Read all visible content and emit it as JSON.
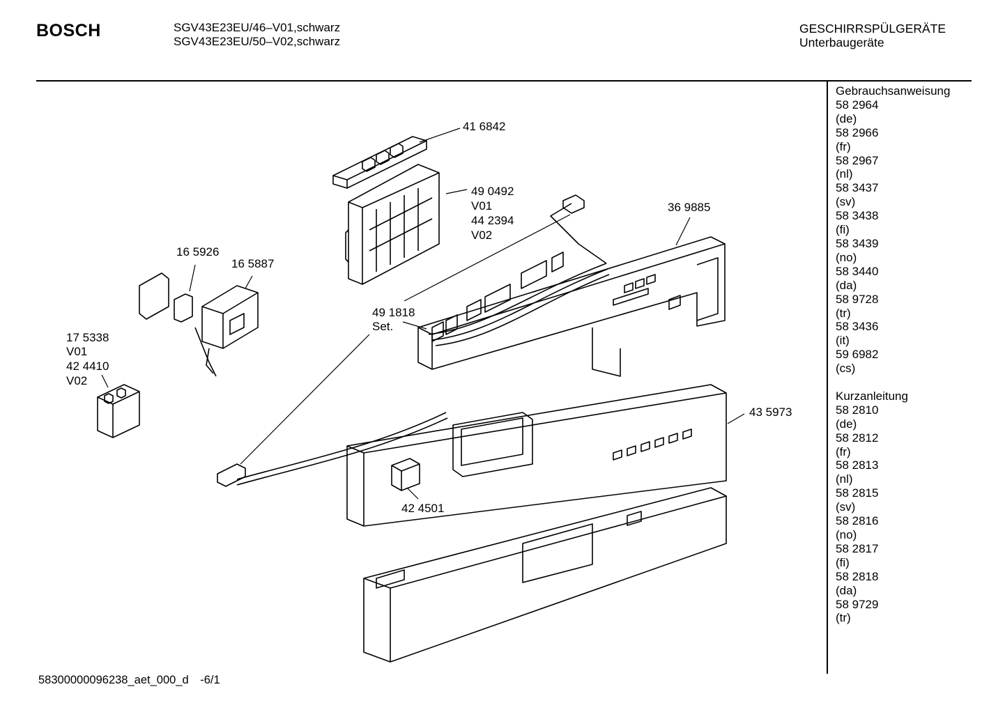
{
  "header": {
    "brand": "BOSCH",
    "model_lines": [
      "SGV43E23EU/46–V01,schwarz",
      "SGV43E23EU/50–V02,schwarz"
    ],
    "category_lines": [
      "GESCHIRRSPÜLGERÄTE",
      "Unterbaugeräte"
    ]
  },
  "sidebar": {
    "sections": [
      {
        "title": "Gebrauchsanweisung",
        "entries": [
          {
            "number": "58 2964",
            "lang": "(de)"
          },
          {
            "number": "58 2966",
            "lang": "(fr)"
          },
          {
            "number": "58 2967",
            "lang": "(nl)"
          },
          {
            "number": "58 3437",
            "lang": "(sv)"
          },
          {
            "number": "58 3438",
            "lang": "(fi)"
          },
          {
            "number": "58 3439",
            "lang": "(no)"
          },
          {
            "number": "58 3440",
            "lang": "(da)"
          },
          {
            "number": "58 9728",
            "lang": "(tr)"
          },
          {
            "number": "58 3436",
            "lang": "(it)"
          },
          {
            "number": "59 6982",
            "lang": "(cs)"
          }
        ]
      },
      {
        "title": "Kurzanleitung",
        "entries": [
          {
            "number": "58 2810",
            "lang": "(de)"
          },
          {
            "number": "58 2812",
            "lang": "(fr)"
          },
          {
            "number": "58 2813",
            "lang": "(nl)"
          },
          {
            "number": "58 2815",
            "lang": "(sv)"
          },
          {
            "number": "58 2816",
            "lang": "(no)"
          },
          {
            "number": "58 2817",
            "lang": "(fi)"
          },
          {
            "number": "58 2818",
            "lang": "(da)"
          },
          {
            "number": "58 9729",
            "lang": "(tr)"
          }
        ]
      }
    ]
  },
  "parts": {
    "switch_block": "41 6842",
    "module_a": "49 0492",
    "module_a_v1": "V01",
    "module_b": "44 2394",
    "module_b_v2": "V02",
    "panel_frame": "36 9885",
    "small_part": "16 5926",
    "door_switch": "16 5887",
    "relay_a": "17 5338",
    "relay_a_v1": "V01",
    "relay_b": "42 4410",
    "relay_b_v2": "V02",
    "cable_set": "49 1818",
    "cable_set_sub": "Set.",
    "front_panel": "43 5973",
    "knob": "42 4501"
  },
  "footer": {
    "drawing_id": "58300000096238_aet_000_d",
    "page": "-6/1"
  }
}
